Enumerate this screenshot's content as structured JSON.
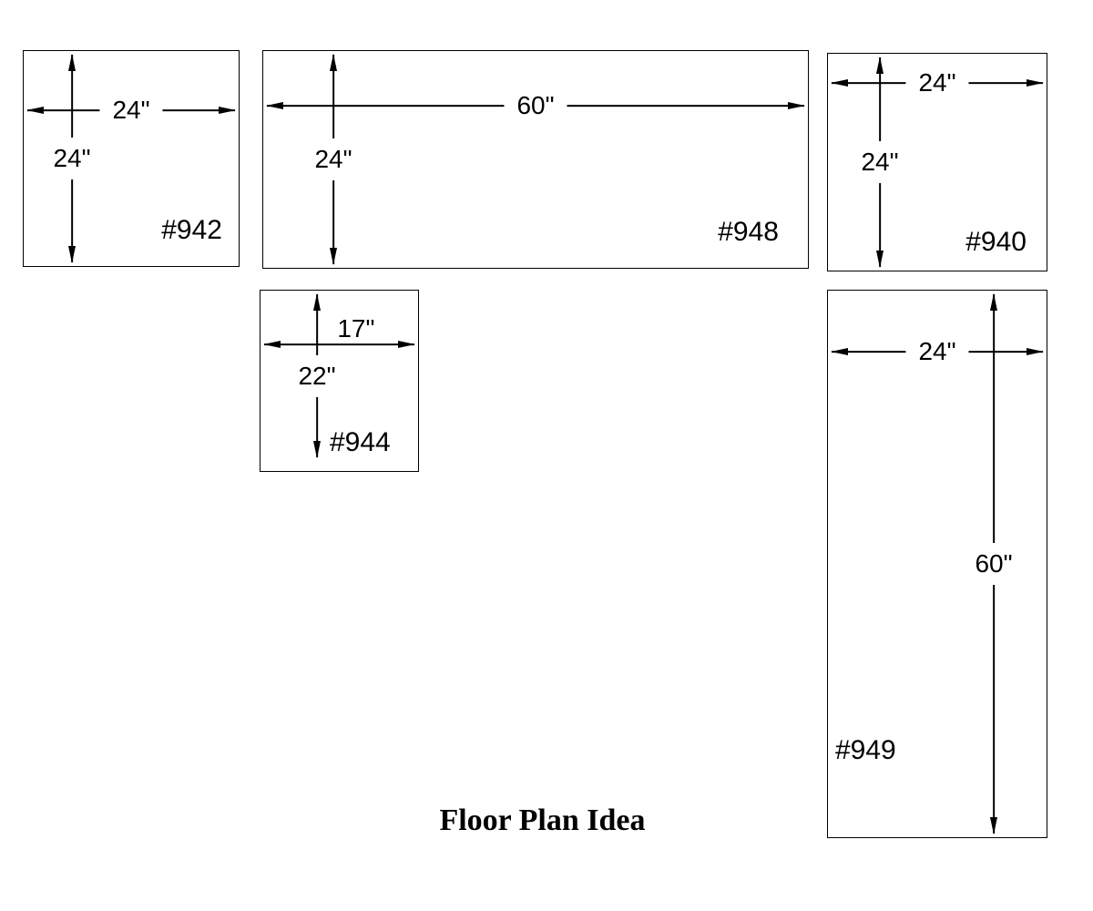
{
  "title": "Floor Plan Idea",
  "boxes": [
    {
      "id": "942",
      "label": "#942",
      "width_label": "24\"",
      "height_label": "24\""
    },
    {
      "id": "948",
      "label": "#948",
      "width_label": "60\"",
      "height_label": "24\""
    },
    {
      "id": "940",
      "label": "#940",
      "width_label": "24\"",
      "height_label": "24\""
    },
    {
      "id": "944",
      "label": "#944",
      "width_label": "17\"",
      "height_label": "22\""
    },
    {
      "id": "949",
      "label": "#949",
      "width_label": "24\"",
      "height_label": "60\""
    }
  ]
}
